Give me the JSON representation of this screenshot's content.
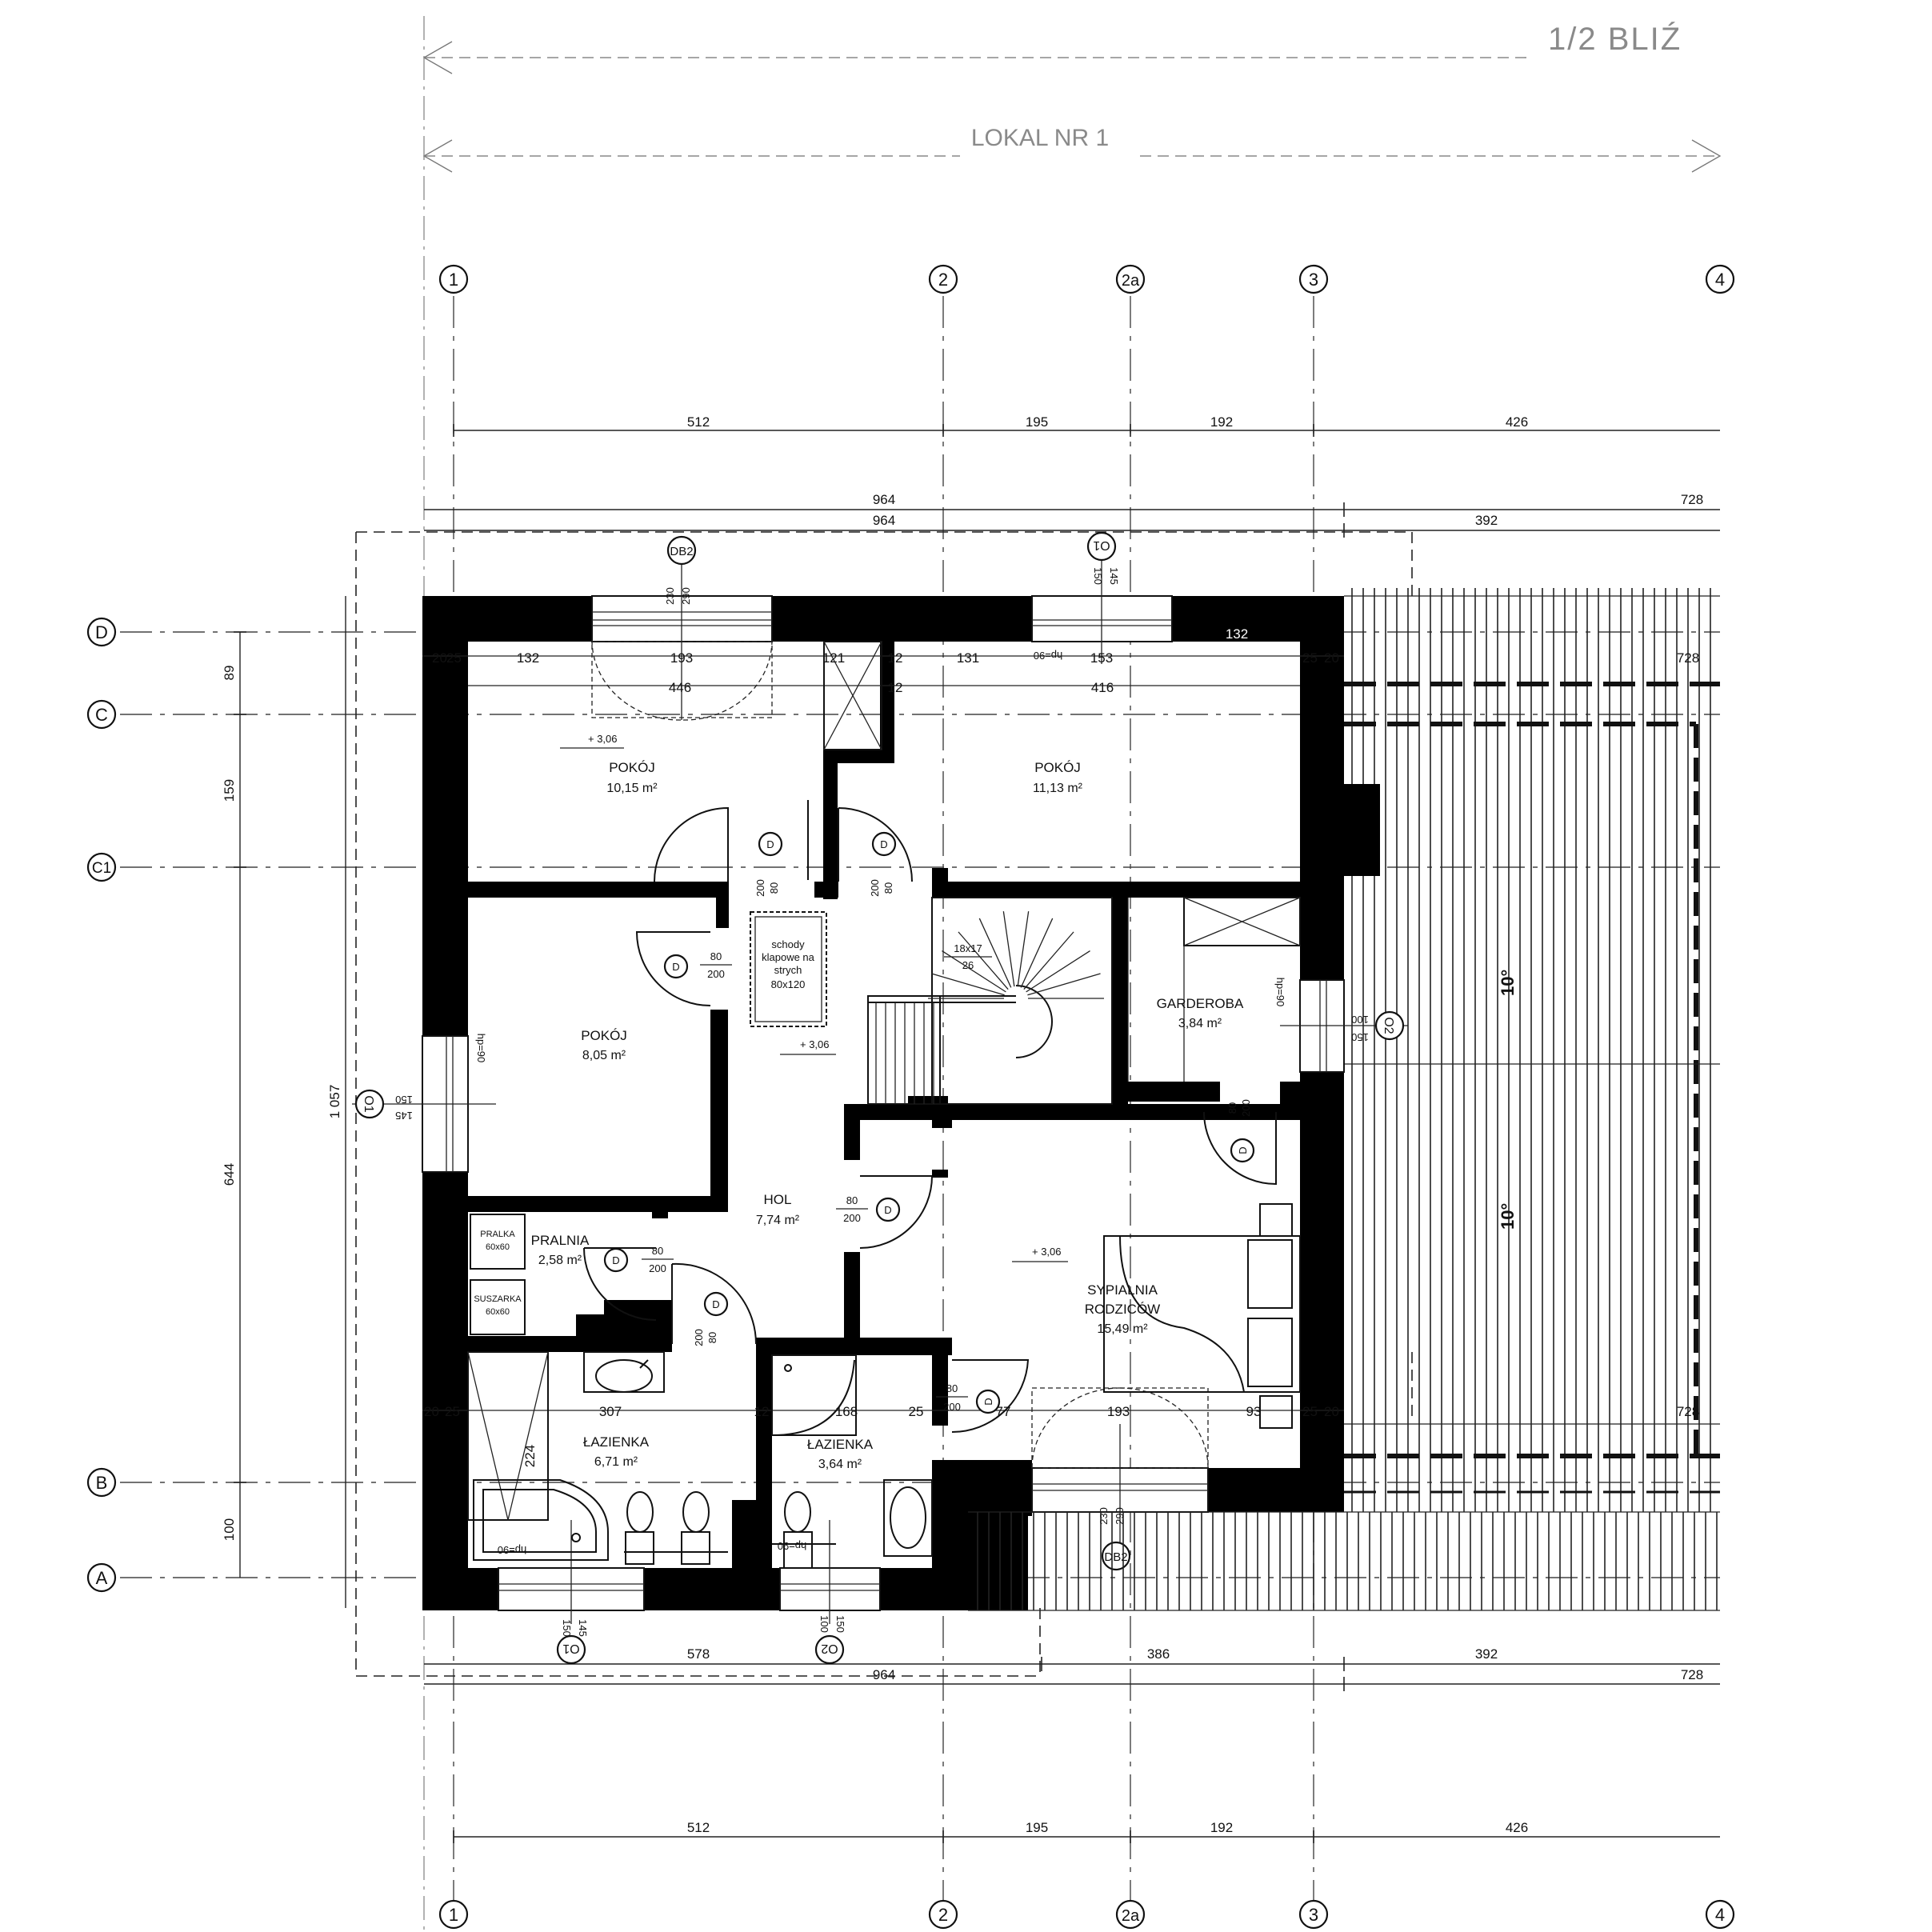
{
  "header": {
    "half_building": "1/2 BLIŹ",
    "unit": "LOKAL NR 1"
  },
  "axes": {
    "vertical": [
      "1",
      "2",
      "2a",
      "3",
      "4"
    ],
    "horizontal": [
      "D",
      "C",
      "C1",
      "B",
      "A"
    ]
  },
  "dimensions": {
    "top_axis_spacing": [
      "512",
      "195",
      "192",
      "426"
    ],
    "bottom_axis_spacing": [
      "512",
      "195",
      "192",
      "426"
    ],
    "overall_top": [
      "964",
      "728",
      "964",
      "392"
    ],
    "overall_bottom": [
      "578",
      "386",
      "392",
      "964",
      "728"
    ],
    "left_side": [
      "89",
      "159",
      "644",
      "100",
      "1 057",
      "224"
    ],
    "top_interior_row1": [
      "20",
      "25",
      "132",
      "193",
      "121",
      "12",
      "131",
      "153",
      "132",
      "25",
      "20",
      "728"
    ],
    "top_interior_row2": [
      "446",
      "12",
      "416"
    ],
    "bottom_interior_row": [
      "20",
      "25",
      "307",
      "12",
      "168",
      "25",
      "77",
      "193",
      "93",
      "25",
      "20",
      "728"
    ]
  },
  "rooms": [
    {
      "name": "POKÓJ",
      "area": "10,15 m²"
    },
    {
      "name": "POKÓJ",
      "area": "11,13 m²"
    },
    {
      "name": "POKÓJ",
      "area": "8,05 m²"
    },
    {
      "name": "GARDEROBA",
      "area": "3,84 m²"
    },
    {
      "name": "HOL",
      "area": "7,74 m²"
    },
    {
      "name": "PRALNIA",
      "area": "2,58 m²"
    },
    {
      "name": "SYPIALNIA",
      "name2": "RODZICÓW",
      "area": "15,49 m²"
    },
    {
      "name": "ŁAZIENKA",
      "area": "6,71 m²"
    },
    {
      "name": "ŁAZIENKA",
      "area": "3,64 m²"
    }
  ],
  "levels": [
    "+ 3,06",
    "+ 3,06",
    "+ 3,06"
  ],
  "doors": {
    "symbol": "D",
    "sizes": [
      {
        "w": "80",
        "h": "200"
      }
    ]
  },
  "windows": {
    "top_db2": {
      "tag": "DB2",
      "w": "230",
      "h": "290"
    },
    "top_o1": {
      "tag": "O1",
      "w": "150",
      "h": "145",
      "sill": "hp=90"
    },
    "left_o1": {
      "tag": "O1",
      "w": "150",
      "h": "145",
      "sill": "hp=90"
    },
    "right_o2": {
      "tag": "O2",
      "w": "100",
      "h": "150",
      "sill": "hp=90"
    },
    "bottom_o1": {
      "tag": "O1",
      "w": "150",
      "h": "145",
      "sill": "hp=90"
    },
    "bottom_o2": {
      "tag": "O2",
      "w": "100",
      "h": "150",
      "sill": "hp=90"
    },
    "bottom_db2": {
      "tag": "DB2",
      "w": "230",
      "h": "290"
    }
  },
  "stairs": {
    "attic_hatch": [
      "schody",
      "klapowe na",
      "strych",
      "80x120"
    ],
    "main": [
      "18x17",
      "26"
    ]
  },
  "appliances": {
    "washer": [
      "PRALKA",
      "60x60"
    ],
    "dryer": [
      "SUSZARKA",
      "60x60"
    ]
  },
  "roof": {
    "slope": "10°"
  }
}
